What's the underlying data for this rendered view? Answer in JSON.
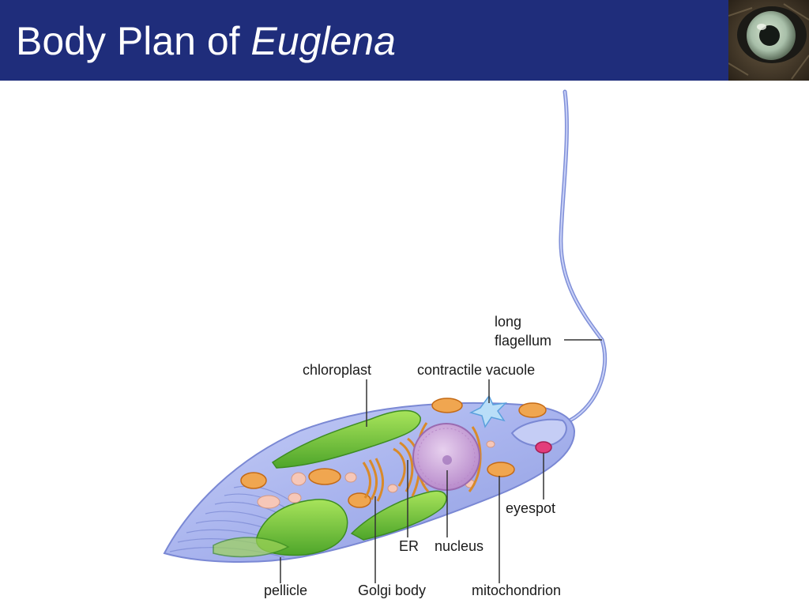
{
  "slide": {
    "title_plain": "Body Plan of ",
    "title_italic": "Euglena"
  },
  "header_image": {
    "icon": "eye-closeup-photo"
  },
  "labels": {
    "long": "long",
    "flagellum": "flagellum",
    "chloroplast": "chloroplast",
    "contractile_vacuole": "contractile vacuole",
    "eyespot": "eyespot",
    "er": "ER",
    "nucleus": "nucleus",
    "pellicle": "pellicle",
    "golgi_body": "Golgi body",
    "mitochondrion": "mitochondrion"
  },
  "colors": {
    "header_bg": "#1f2d7b",
    "cell_body": "#a9b4ee",
    "chloroplast": "#7ccf3e",
    "mitochondria": "#e8882a",
    "nucleus": "#c99fd9",
    "eyespot": "#e33d7b",
    "contractile_vacuole": "#8fc8f2"
  }
}
